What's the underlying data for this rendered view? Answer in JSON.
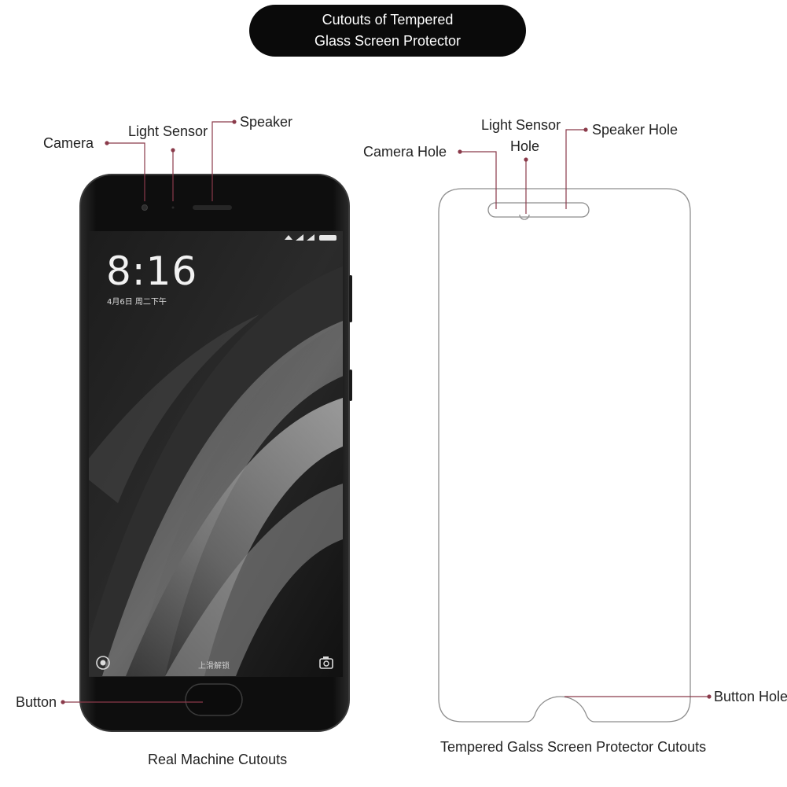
{
  "banner": {
    "line1": "Cutouts of Tempered",
    "line2": "Glass Screen Protector"
  },
  "phone": {
    "labels": {
      "camera": "Camera",
      "light_sensor": "Light Sensor",
      "speaker": "Speaker",
      "button": "Button"
    },
    "screen": {
      "time": "8:16",
      "date": "4月6日   周二下午",
      "unlock_hint": "上滑解锁"
    },
    "caption": "Real Machine Cutouts"
  },
  "protector": {
    "labels": {
      "camera_hole": "Camera Hole",
      "light_sensor_hole_line1": "Light Sensor",
      "light_sensor_hole_line2": "Hole",
      "speaker_hole": "Speaker Hole",
      "button_hole": "Button Hole"
    },
    "caption": "Tempered Galss Screen Protector Cutouts"
  },
  "colors": {
    "leader_line": "#8a3a4a",
    "banner_bg": "#0a0a0a",
    "phone_body": "#151515"
  },
  "icons": [
    "wifi-icon",
    "signal-icon",
    "battery-icon",
    "camera-shortcut-icon",
    "assistant-shortcut-icon"
  ]
}
